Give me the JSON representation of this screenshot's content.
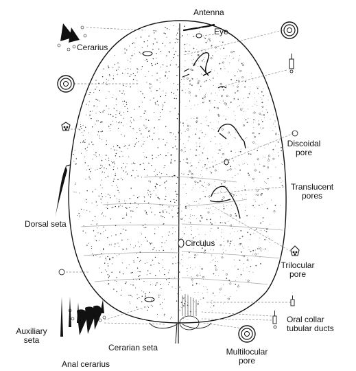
{
  "figure": {
    "labels": {
      "antenna": "Antenna",
      "eye": "Eye",
      "cerarius": "Cerarius",
      "discoidal_pore": [
        "Discoidal",
        "pore"
      ],
      "translucent_pores": [
        "Translucent",
        "pores"
      ],
      "dorsal_seta": "Dorsal seta",
      "circulus": "Circulus",
      "trilocular_pore": [
        "Trilocular",
        "pore"
      ],
      "oral_collar_tubular_ducts": [
        "Oral collar",
        "tubular ducts"
      ],
      "auxiliary_seta": [
        "Auxiliary",
        "seta"
      ],
      "cerarian_seta": "Cerarian seta",
      "multilocular_pore": [
        "Multilocular",
        "pore"
      ],
      "anal_cerarius": "Anal cerarius"
    },
    "colors": {
      "ink": "#111111",
      "leader": "#8a8a8a",
      "background": "#ffffff"
    },
    "icons": [
      "cerarius-spines-icon",
      "multilocular-pore-icon",
      "discoidal-pore-icon",
      "trilocular-pore-icon",
      "oral-collar-duct-icon",
      "dorsal-seta-icon",
      "anal-cerarius-icon"
    ]
  }
}
